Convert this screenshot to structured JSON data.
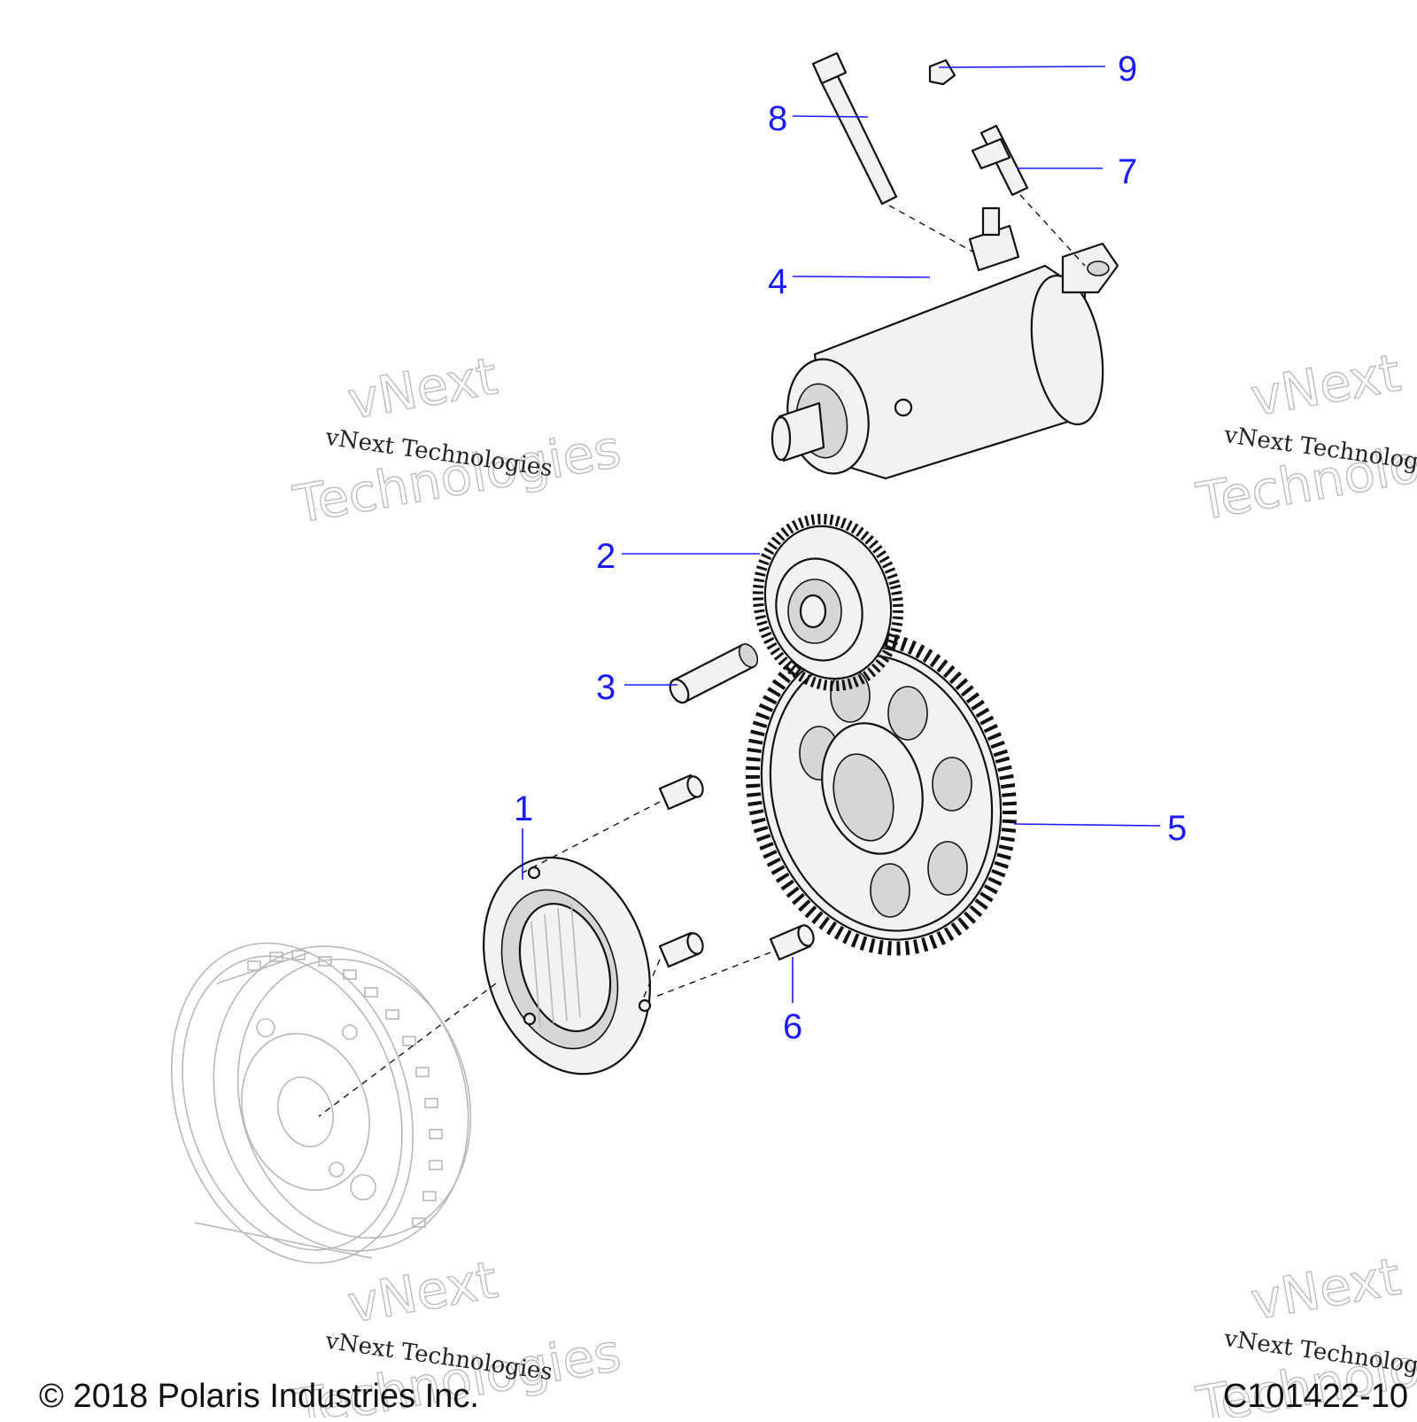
{
  "callouts": [
    {
      "id": "1",
      "label": "1"
    },
    {
      "id": "2",
      "label": "2"
    },
    {
      "id": "3",
      "label": "3"
    },
    {
      "id": "4",
      "label": "4"
    },
    {
      "id": "5",
      "label": "5"
    },
    {
      "id": "6",
      "label": "6"
    },
    {
      "id": "7",
      "label": "7"
    },
    {
      "id": "8",
      "label": "8"
    },
    {
      "id": "9",
      "label": "9"
    }
  ],
  "watermark": {
    "line_serif": "vNext Technologies",
    "outline_word1": "vNext",
    "outline_word2": "Technologies"
  },
  "footer": {
    "copyright": "© 2018 Polaris Industries Inc.",
    "drawing_id": "C101422-10"
  },
  "colors": {
    "callout": "#1a1aff",
    "line": "#111111"
  }
}
